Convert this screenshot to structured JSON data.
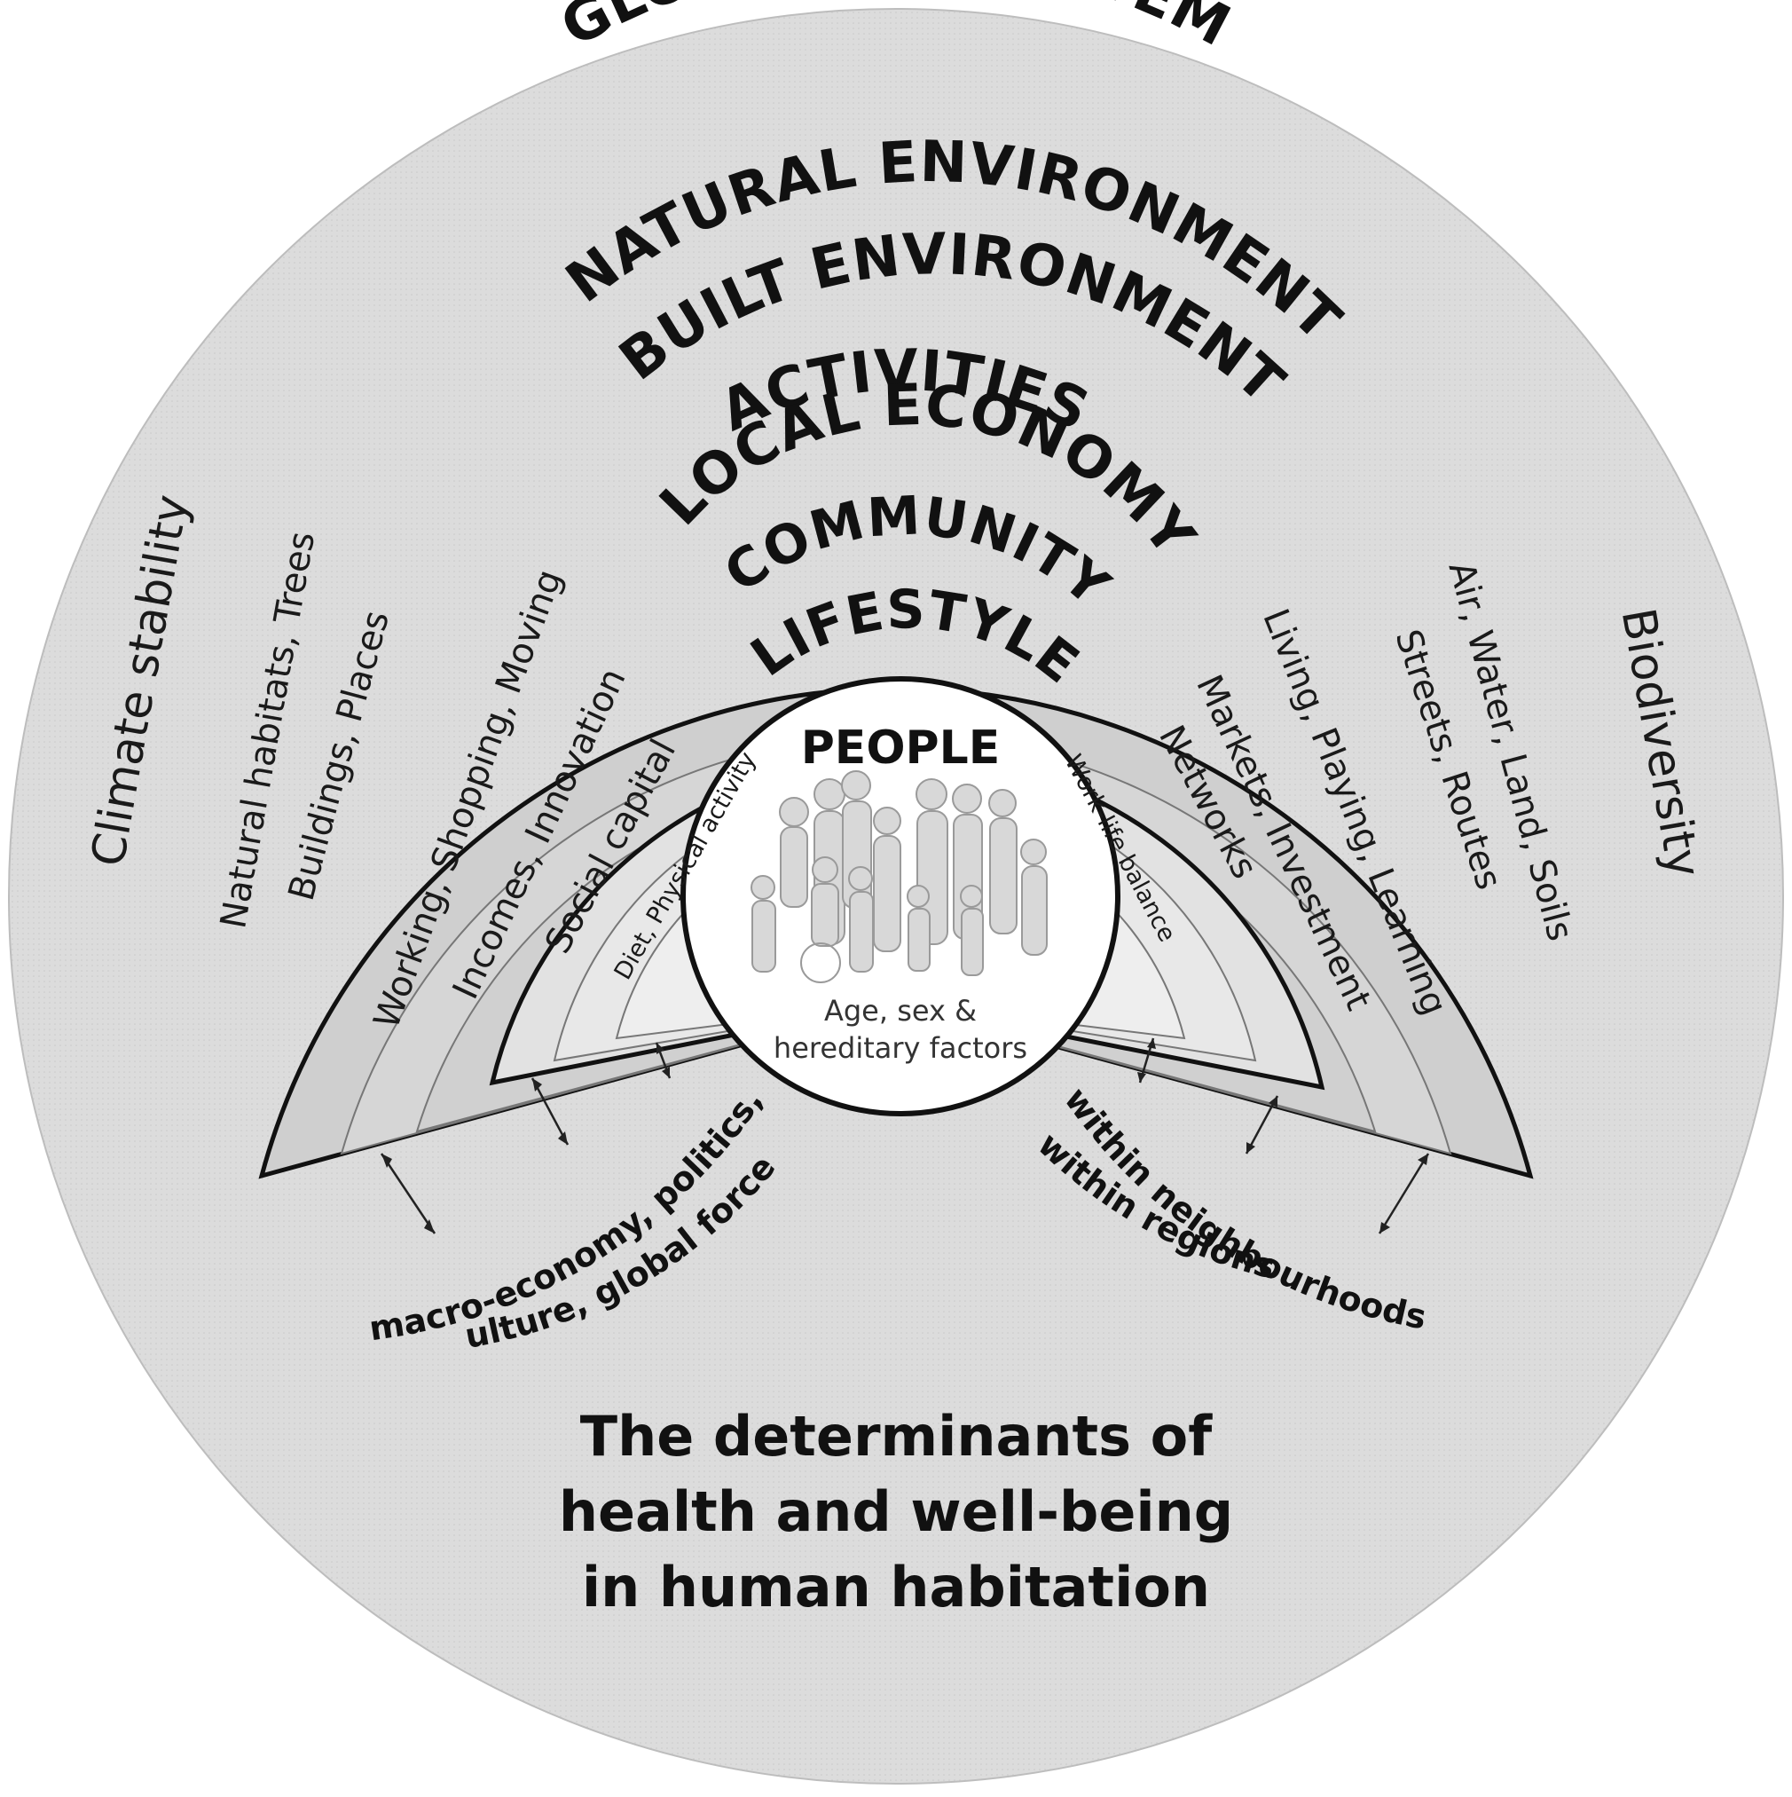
{
  "diagram": {
    "caption": [
      "The determinants of",
      "health and well-being",
      "in human habitation"
    ],
    "outer": {
      "title": "GLOBAL ECOSYSTEM",
      "left": "Climate stability",
      "right": "Biodiversity"
    },
    "rings": [
      {
        "title": "NATURAL ENVIRONMENT",
        "left": "Natural habitats, Trees",
        "right": "Air, Water, Land, Soils"
      },
      {
        "title": "BUILT ENVIRONMENT",
        "left": "Buildings, Places",
        "right": "Streets, Routes"
      },
      {
        "title": "ACTIVITIES",
        "left": "Working, Shopping, Moving",
        "right": "Living, Playing, Learning"
      },
      {
        "title": "LOCAL ECONOMY",
        "left": "Incomes, Innovation",
        "right": "Markets, Investment"
      },
      {
        "title": "COMMUNITY",
        "left": "Social capital",
        "right": "Networks"
      },
      {
        "title": "LIFESTYLE",
        "left": "Diet, Physical activity",
        "right": "Work-life balance"
      }
    ],
    "people": {
      "title": "PEOPLE",
      "subtitle": [
        "Age, sex &",
        "hereditary factors"
      ]
    },
    "bottom_left": [
      "macro-economy, politics,",
      "culture, global forces"
    ],
    "bottom_right": [
      "within neighbourhoods",
      "within regions"
    ]
  }
}
